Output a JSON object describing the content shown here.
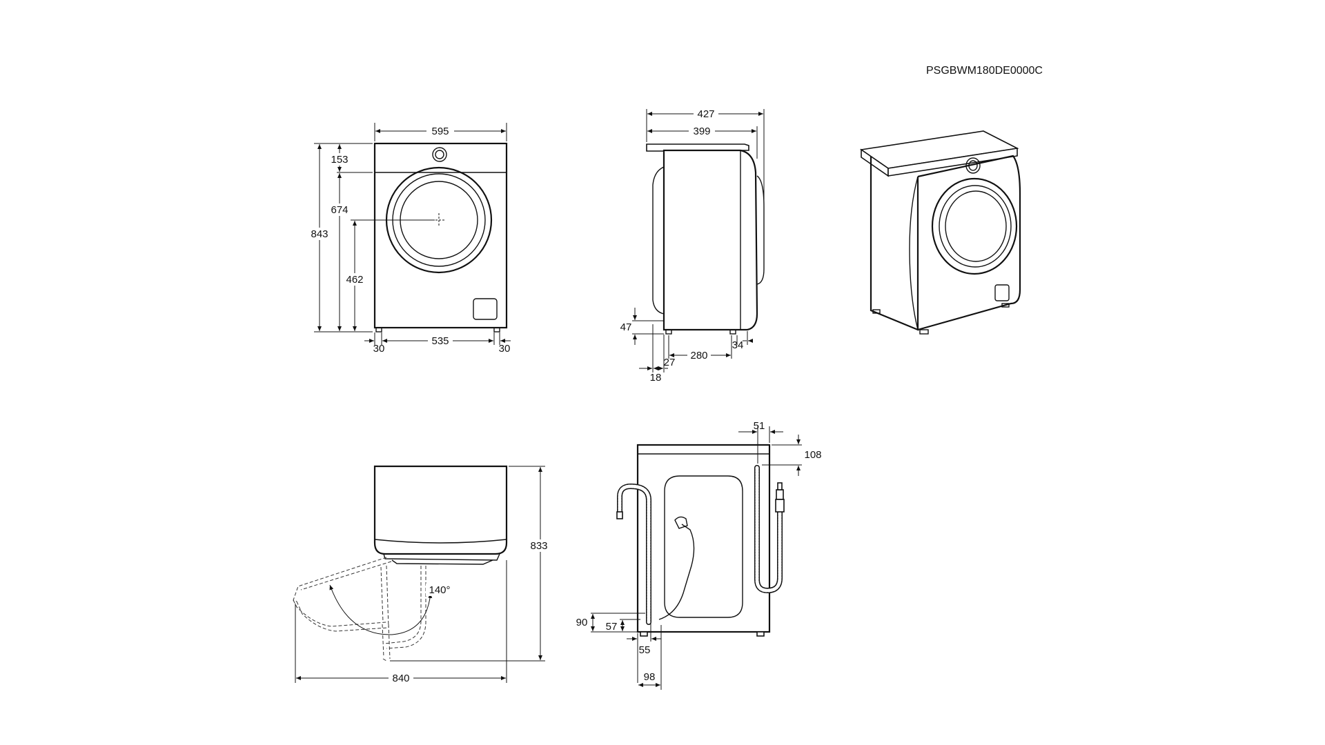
{
  "product_code": "PSGBWM180DE0000C",
  "front_view": {
    "width": "595",
    "height_total": "843",
    "top_panel": "153",
    "door_top": "674",
    "door_center_height": "462",
    "foot_left": "30",
    "foot_span": "535",
    "foot_right": "30"
  },
  "side_view": {
    "depth_total": "427",
    "depth_body": "399",
    "foot_height": "47",
    "rear_offset": "18",
    "foot_offset": "27",
    "foot_spacing": "280",
    "front_foot": "34"
  },
  "door_open_view": {
    "angle": "140°",
    "height": "833",
    "total_depth": "840"
  },
  "rear_view": {
    "inlet_offset": "51",
    "inlet_height": "108",
    "drain_height": "90",
    "drain_low": "57",
    "foot_width": "55",
    "drain_width": "98"
  }
}
